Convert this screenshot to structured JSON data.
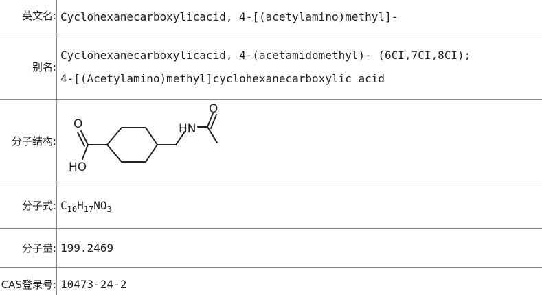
{
  "rows": {
    "english_name": {
      "label": "英文名:",
      "value": "Cyclohexanecarboxylicacid, 4-[(acetylamino)methyl]-"
    },
    "synonyms": {
      "label": "别名:",
      "lines": [
        "Cyclohexanecarboxylicacid, 4-(acetamidomethyl)- (6CI,7CI,8CI);",
        "4-[(Acetylamino)methyl]cyclohexanecarboxylic acid"
      ]
    },
    "structure": {
      "label": "分子结构:",
      "atom_labels": {
        "carbonyl_o_acid": "O",
        "hydroxyl": "HO",
        "amine": "HN",
        "carbonyl_o_amide": "O"
      }
    },
    "formula": {
      "label": "分子式:",
      "parts": [
        {
          "text": "C",
          "sub": "10"
        },
        {
          "text": "H",
          "sub": "17"
        },
        {
          "text": "NO",
          "sub": "3"
        }
      ]
    },
    "molecular_weight": {
      "label": "分子量:",
      "value": "199.2469"
    },
    "cas": {
      "label": "CAS登录号:",
      "value": "10473-24-2"
    }
  }
}
